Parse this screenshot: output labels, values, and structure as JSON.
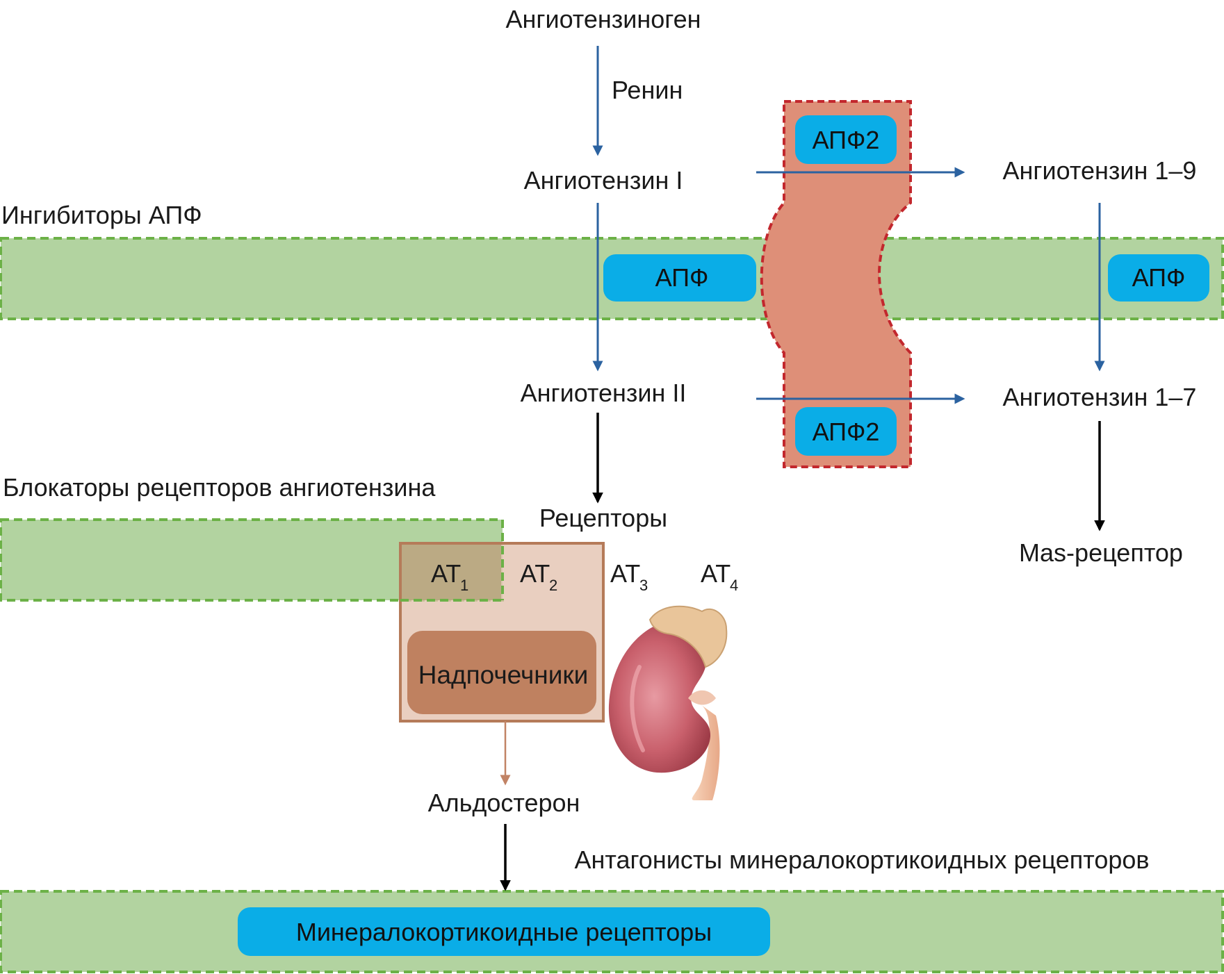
{
  "nodes": {
    "angiotensinogen": "Ангиотензиноген",
    "renin": "Ренин",
    "angiotensin_1": "Ангиотензин I",
    "angiotensin_2": "Ангиотензин II",
    "angiotensin_1_9": "Ангиотензин 1–9",
    "angiotensin_1_7": "Ангиотензин 1–7",
    "receptors": "Рецепторы",
    "mas_receptor": "Mas-рецептор",
    "aldosterone": "Альдостерон"
  },
  "enzymes": {
    "ace": "АПФ",
    "ace2": "АПФ2"
  },
  "drug_classes": {
    "ace_inhibitors": "Ингибиторы АПФ",
    "arb": "Блокаторы рецепторов ангиотензина",
    "mra": "Антагонисты минералокортикоидных рецепторов"
  },
  "receptor_types": {
    "prefix": "АТ",
    "at1": "1",
    "at2": "2",
    "at3": "3",
    "at4": "4"
  },
  "adrenals": "Надпочечники",
  "mineralocorticoid_receptors": "Минералокортикоидные рецепторы",
  "colors": {
    "inhibitor_band": "#b2d3a0",
    "inhibitor_border": "#6cb147",
    "enzyme_pill": "#0aade7",
    "ace2_zone": "#de8f78",
    "ace2_border": "#c2272d",
    "pathway_arrow": "#2b62a0",
    "main_arrow": "#000000",
    "receptor_box": "#e4c3b0",
    "receptor_border": "#b57b59",
    "adrenal_fill": "#bf8160",
    "aldosterone_arrow": "#c18365"
  },
  "icons": [
    "kidney-adrenal-illustration"
  ]
}
